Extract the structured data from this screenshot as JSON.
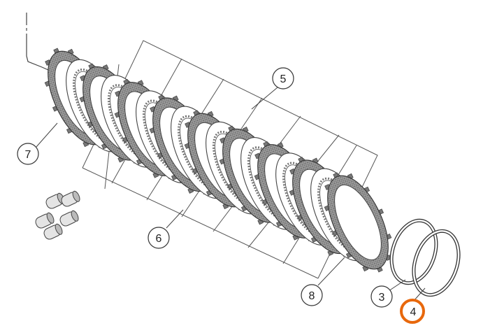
{
  "colors": {
    "line": "#333333",
    "plate_fill": "#ffffff",
    "friction_fill": "#8a8a8a",
    "highlight": "#e8680c"
  },
  "callouts": [
    {
      "id": "7",
      "label": "7"
    },
    {
      "id": "5",
      "label": "5"
    },
    {
      "id": "6",
      "label": "6"
    },
    {
      "id": "8",
      "label": "8"
    },
    {
      "id": "3",
      "label": "3"
    },
    {
      "id": "4",
      "label": "4",
      "highlighted": true
    }
  ]
}
